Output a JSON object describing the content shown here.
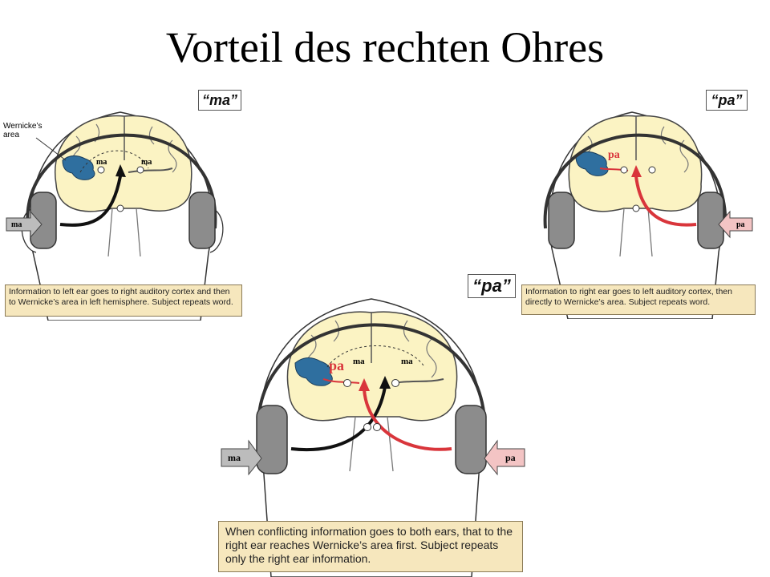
{
  "title": "Vorteil des rechten Ohres",
  "colors": {
    "brain": "#fbf3c3",
    "wernicke": "#2f6f9f",
    "red_path": "#d9353b",
    "black_path": "#111111",
    "caption_bg": "#f6e7bd",
    "headphone": "#8c8c8c"
  },
  "panels": {
    "left": {
      "quote": "“ma”",
      "wernicke_label": "Wernicke’s area",
      "ear_label": "ma",
      "label_left": "ma",
      "label_right": "ma",
      "caption": "Information to left ear goes to right auditory cortex and then to Wernicke’s area in left hemisphere. Subject repeats word."
    },
    "right": {
      "quote": "“pa”",
      "ear_label": "pa",
      "label_red": "pa",
      "caption": "Information to right ear goes to left auditory cortex, then directly to Wernicke’s area. Subject repeats word."
    },
    "bottom": {
      "quote": "“pa”",
      "ear_label_left": "ma",
      "ear_label_right": "pa",
      "label_red": "pa",
      "label_ma_left": "ma",
      "label_ma_right": "ma",
      "caption": "When conflicting information goes to both ears, that to the right ear reaches Wernicke’s area first. Subject repeats only the right ear information."
    }
  }
}
